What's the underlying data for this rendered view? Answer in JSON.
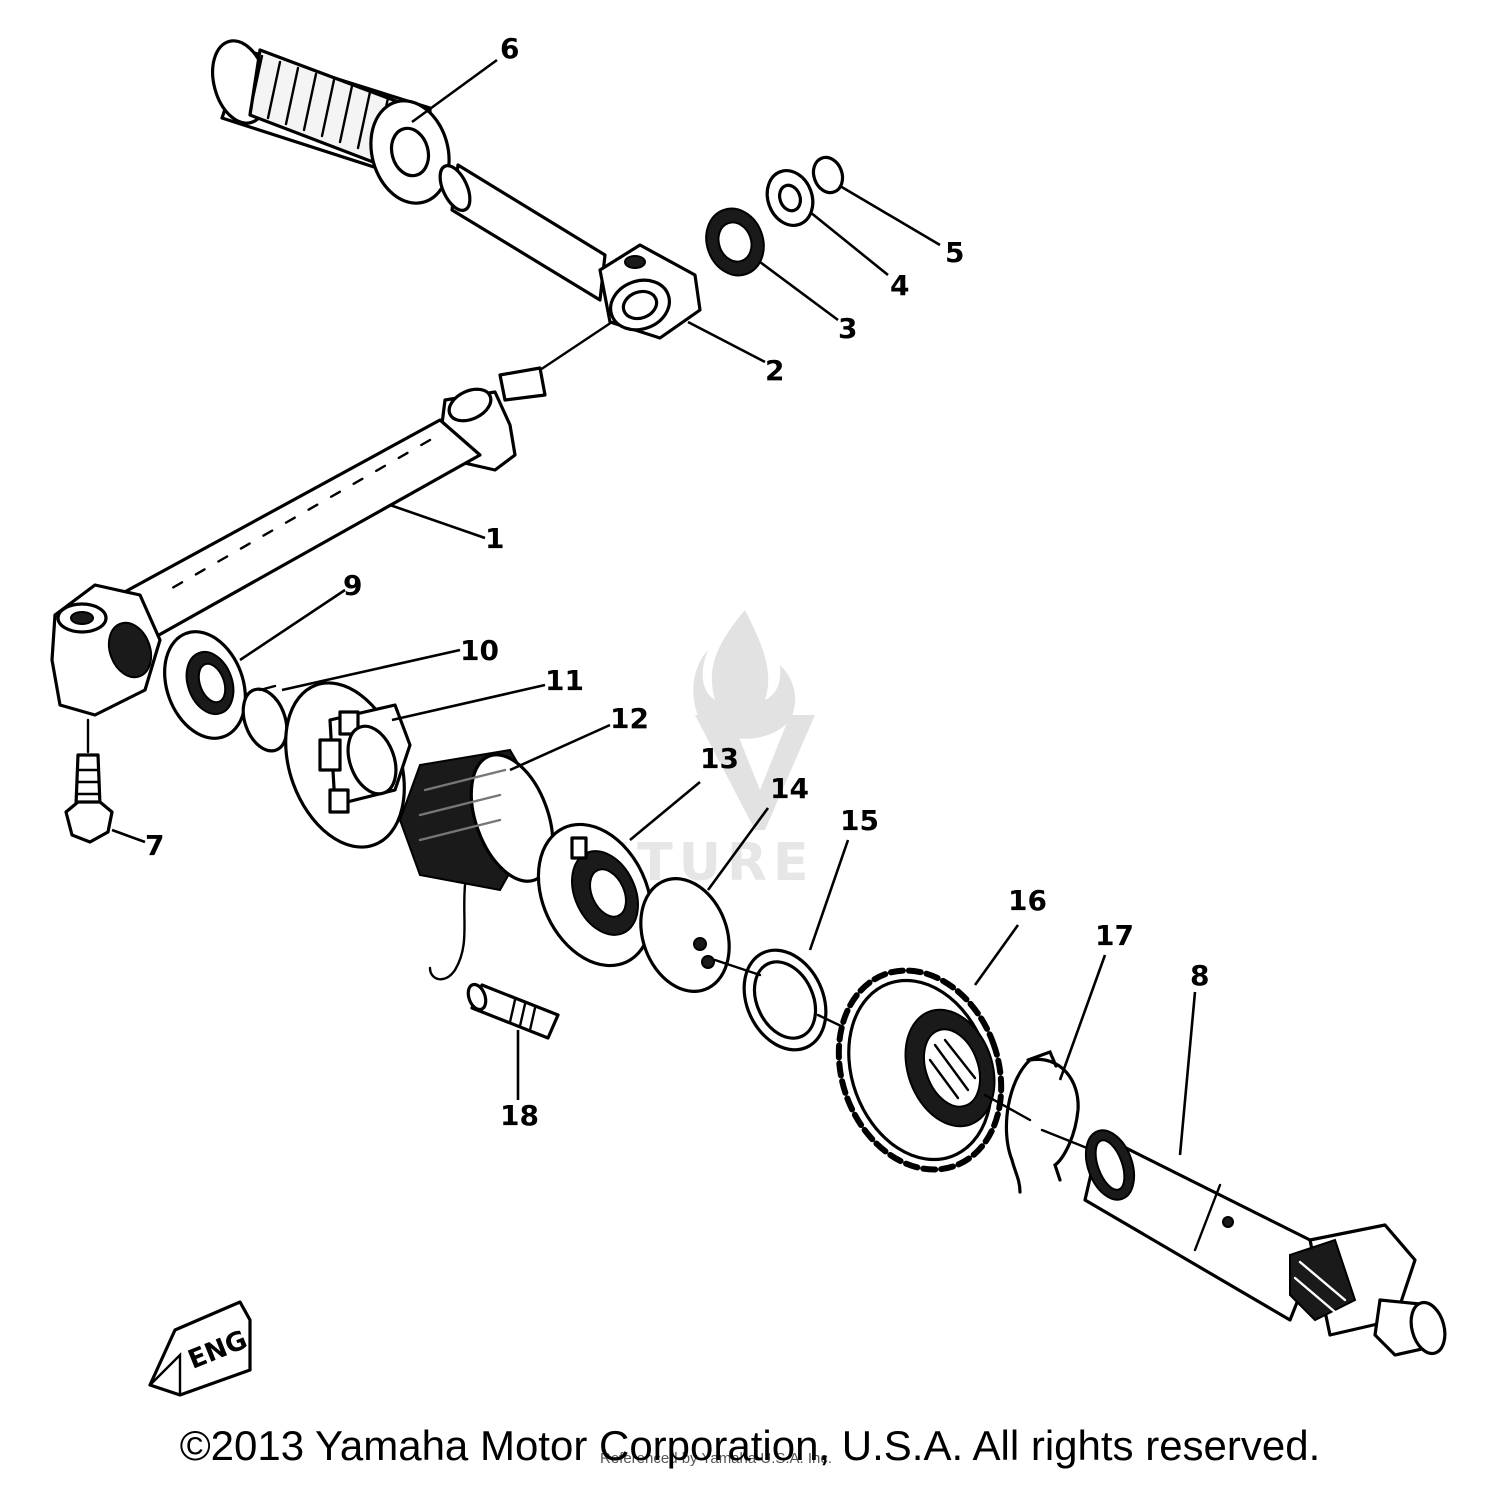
{
  "diagram": {
    "callouts": {
      "c1": "1",
      "c2": "2",
      "c3": "3",
      "c4": "4",
      "c5": "5",
      "c6": "6",
      "c7": "7",
      "c8": "8",
      "c9": "9",
      "c10": "10",
      "c11": "11",
      "c12": "12",
      "c13": "13",
      "c14": "14",
      "c15": "15",
      "c16": "16",
      "c17": "17",
      "c18": "18"
    },
    "engine_marker": "ENG",
    "watermark": "VENTURE",
    "copyright": "©2013 Yamaha Motor Corporation, U.S.A. All rights reserved.",
    "credit": "Referenced by Yamaha U.S.A. Inc."
  }
}
